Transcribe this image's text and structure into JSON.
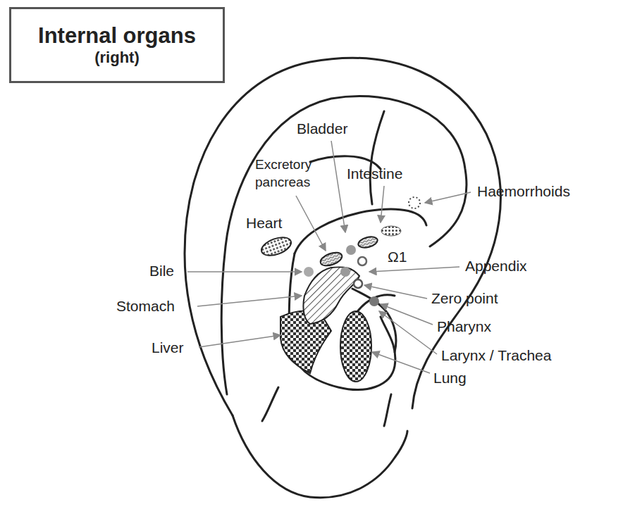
{
  "diagram": {
    "nodes": [
      {
        "text": [
          "Internal organs",
          "(right)"
        ]
      }
    ],
    "labels": [
      "Bladder",
      "Excretory pancreas",
      "Intestine",
      "Haemorrhoids",
      "Heart",
      "Bile",
      "Appendix",
      "Ω1",
      "Zero point",
      "Stomach",
      "Pharynx",
      "Liver",
      "Larynx / Trachea",
      "Lung"
    ]
  }
}
